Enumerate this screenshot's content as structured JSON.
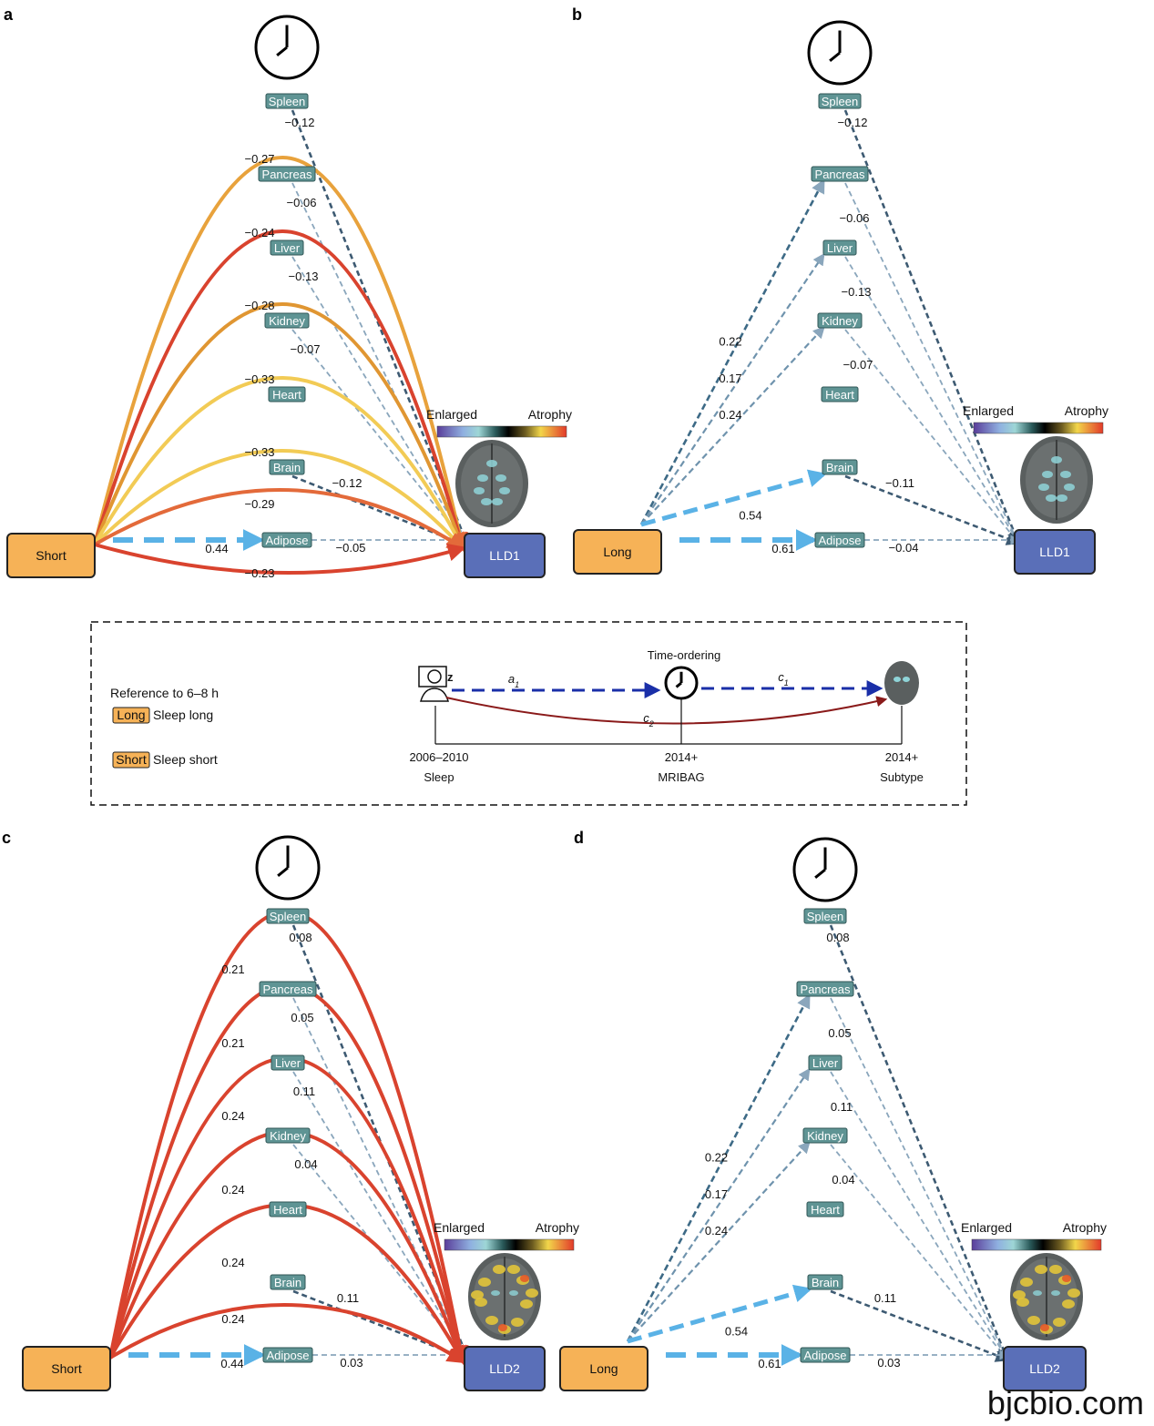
{
  "panels": [
    {
      "letter": "a",
      "source": "Short",
      "outcome": "LLD1",
      "colorbar_left": "Enlarged",
      "colorbar_right": "Atrophy",
      "organs": [
        "Spleen",
        "Pancreas",
        "Liver",
        "Kidney",
        "Heart",
        "Brain",
        "Adipose"
      ],
      "source_paths": [
        {
          "organ": "Pancreas",
          "label": "−0.27",
          "color": "#e8a23c"
        },
        {
          "organ": "Liver",
          "label": "−0.24",
          "color": "#d9432e"
        },
        {
          "organ": "Kidney",
          "label": "−0.28",
          "color": "#e09632"
        },
        {
          "organ": "Heart",
          "label": "−0.33",
          "color": "#f2cb55"
        },
        {
          "organ": "Brain",
          "label": "−0.33",
          "color": "#f2cb55"
        },
        {
          "organ": "direct_upper",
          "label": "−0.29",
          "color": "#e36a3a"
        },
        {
          "organ": "direct_lower",
          "label": "−0.23",
          "color": "#d9432e"
        },
        {
          "organ": "Adipose",
          "label": "0.44",
          "color": "#5ab2e6",
          "style": "dashed"
        }
      ],
      "organ_to_outcome": [
        {
          "organ": "Spleen",
          "label": "−0.12"
        },
        {
          "organ": "Pancreas",
          "label": "−0.06"
        },
        {
          "organ": "Liver",
          "label": "−0.13"
        },
        {
          "organ": "Kidney",
          "label": "−0.07"
        },
        {
          "organ": "Brain",
          "label": "−0.12"
        },
        {
          "organ": "Adipose",
          "label": "−0.05"
        }
      ]
    },
    {
      "letter": "b",
      "source": "Long",
      "outcome": "LLD1",
      "colorbar_left": "Enlarged",
      "colorbar_right": "Atrophy",
      "organs": [
        "Spleen",
        "Pancreas",
        "Liver",
        "Kidney",
        "Heart",
        "Brain",
        "Adipose"
      ],
      "source_paths": [
        {
          "organ": "Pancreas",
          "label": "0.22"
        },
        {
          "organ": "Liver",
          "label": "0.17"
        },
        {
          "organ": "Kidney",
          "label": "0.24"
        },
        {
          "organ": "Brain",
          "label": "0.54"
        },
        {
          "organ": "Adipose",
          "label": "0.61"
        }
      ],
      "organ_to_outcome": [
        {
          "organ": "Spleen",
          "label": "−0.12"
        },
        {
          "organ": "Pancreas",
          "label": "−0.06"
        },
        {
          "organ": "Liver",
          "label": "−0.13"
        },
        {
          "organ": "Kidney",
          "label": "−0.07"
        },
        {
          "organ": "Brain",
          "label": "−0.11"
        },
        {
          "organ": "Adipose",
          "label": "−0.04"
        }
      ]
    },
    {
      "letter": "c",
      "source": "Short",
      "outcome": "LLD2",
      "colorbar_left": "Enlarged",
      "colorbar_right": "Atrophy",
      "organs": [
        "Spleen",
        "Pancreas",
        "Liver",
        "Kidney",
        "Heart",
        "Brain",
        "Adipose"
      ],
      "source_paths": [
        {
          "organ": "Pancreas",
          "label": "0.21"
        },
        {
          "organ": "Liver",
          "label": "0.21"
        },
        {
          "organ": "Kidney",
          "label": "0.24"
        },
        {
          "organ": "Heart",
          "label": "0.24"
        },
        {
          "organ": "Brain",
          "label": "0.24"
        },
        {
          "organ": "direct_upper",
          "label": "0.24"
        },
        {
          "organ": "Adipose",
          "label": "0.44"
        }
      ],
      "organ_to_outcome": [
        {
          "organ": "Spleen",
          "label": "0.08"
        },
        {
          "organ": "Pancreas",
          "label": "0.05"
        },
        {
          "organ": "Liver",
          "label": "0.11"
        },
        {
          "organ": "Kidney",
          "label": "0.04"
        },
        {
          "organ": "Brain",
          "label": "0.11"
        },
        {
          "organ": "Adipose",
          "label": "0.03"
        }
      ]
    },
    {
      "letter": "d",
      "source": "Long",
      "outcome": "LLD2",
      "colorbar_left": "Enlarged",
      "colorbar_right": "Atrophy",
      "organs": [
        "Spleen",
        "Pancreas",
        "Liver",
        "Kidney",
        "Heart",
        "Brain",
        "Adipose"
      ],
      "source_paths": [
        {
          "organ": "Pancreas",
          "label": "0.22"
        },
        {
          "organ": "Liver",
          "label": "0.17"
        },
        {
          "organ": "Kidney",
          "label": "0.24"
        },
        {
          "organ": "Brain",
          "label": "0.54"
        },
        {
          "organ": "Adipose",
          "label": "0.61"
        }
      ],
      "organ_to_outcome": [
        {
          "organ": "Spleen",
          "label": "0.08"
        },
        {
          "organ": "Pancreas",
          "label": "0.05"
        },
        {
          "organ": "Liver",
          "label": "0.11"
        },
        {
          "organ": "Kidney",
          "label": "0.04"
        },
        {
          "organ": "Brain",
          "label": "0.11"
        },
        {
          "organ": "Adipose",
          "label": "0.03"
        }
      ]
    }
  ],
  "legend": {
    "reference": "Reference to 6–8 h",
    "long_tag": "Long",
    "long_text": "Sleep long",
    "short_tag": "Short",
    "short_text": "Sleep short",
    "time_ordering": "Time-ordering",
    "a1": "a",
    "a1_sub": "1",
    "c1": "c",
    "c1_sub": "1",
    "c2": "c",
    "c2_sub": "2",
    "t1_year": "2006–2010",
    "t1_label": "Sleep",
    "t2_year": "2014+",
    "t2_label": "MRIBAG",
    "t3_year": "2014+",
    "t3_label": "Subtype"
  },
  "watermark": "bjcbio.com"
}
